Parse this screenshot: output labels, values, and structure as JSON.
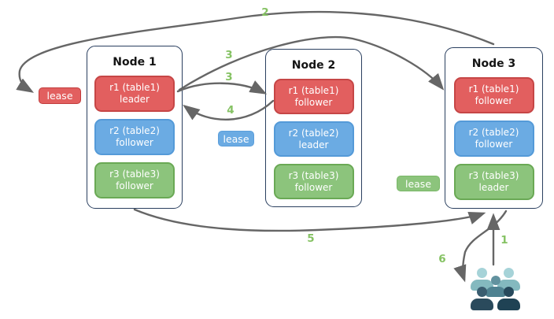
{
  "nodes": [
    {
      "title": "Node 1",
      "replicas": [
        {
          "label": "r1 (table1)",
          "role": "leader"
        },
        {
          "label": "r2 (table2)",
          "role": "follower"
        },
        {
          "label": "r3 (table3)",
          "role": "follower"
        }
      ]
    },
    {
      "title": "Node 2",
      "replicas": [
        {
          "label": "r1 (table1)",
          "role": "follower"
        },
        {
          "label": "r2 (table2)",
          "role": "leader"
        },
        {
          "label": "r3 (table3)",
          "role": "follower"
        }
      ]
    },
    {
      "title": "Node 3",
      "replicas": [
        {
          "label": "r1 (table1)",
          "role": "follower"
        },
        {
          "label": "r2 (table2)",
          "role": "follower"
        },
        {
          "label": "r3 (table3)",
          "role": "leader"
        }
      ]
    }
  ],
  "leases": [
    {
      "label": "lease",
      "color": "#e25f5f"
    },
    {
      "label": "lease",
      "color": "#6babe3"
    },
    {
      "label": "lease",
      "color": "#8cc47c"
    }
  ],
  "steps": {
    "s1": "1",
    "s2": "2",
    "s3a": "3",
    "s3b": "3",
    "s4": "4",
    "s5": "5",
    "s6": "6"
  },
  "icons": {
    "users": "users-icon"
  },
  "colors": {
    "replica_red": "#e25f5f",
    "replica_blue": "#6babe3",
    "replica_green": "#8cc47c",
    "arrow": "#666666",
    "step_label": "#85c263",
    "node_border": "#2a3f5f"
  }
}
